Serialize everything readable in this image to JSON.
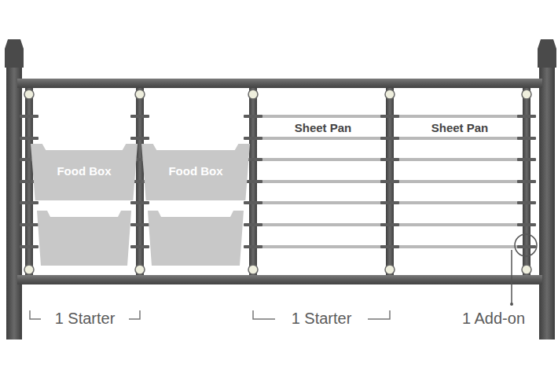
{
  "diagram": {
    "nodes": [
      {
        "text": [
          "Food Box"
        ]
      },
      {
        "text": [
          "Food Box"
        ]
      }
    ],
    "labels": [
      "Sheet Pan",
      "Sheet Pan",
      "1 Starter",
      "1 Starter",
      "1 Add-on"
    ]
  }
}
